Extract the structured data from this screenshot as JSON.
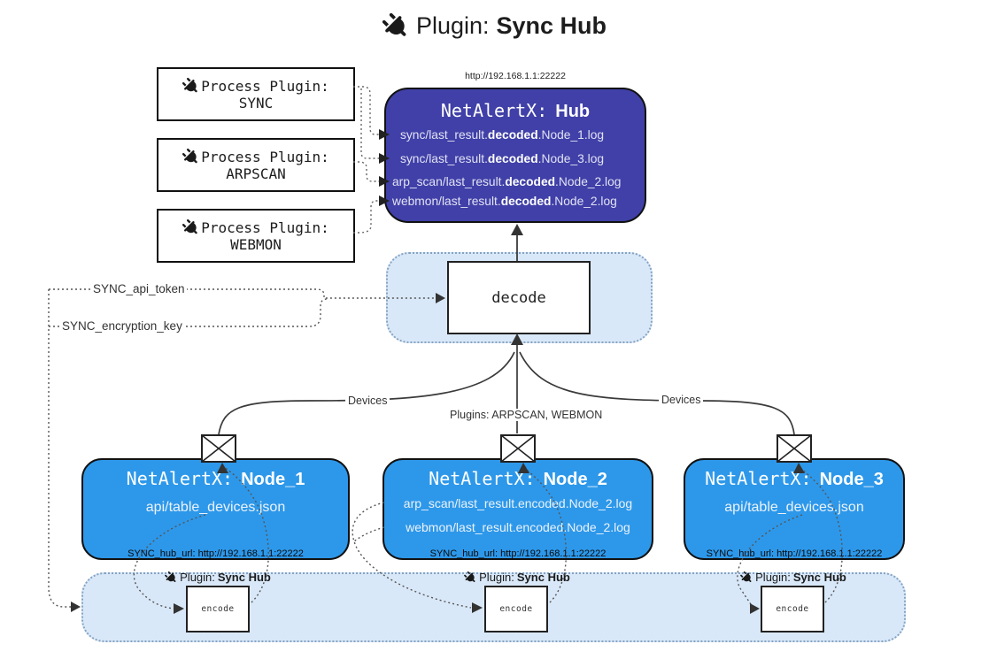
{
  "title": {
    "label": "Plugin:",
    "bold": "Sync Hub"
  },
  "process_plugins": [
    {
      "label": "Process Plugin:",
      "name": "SYNC"
    },
    {
      "label": "Process Plugin:",
      "name": "ARPSCAN"
    },
    {
      "label": "Process Plugin:",
      "name": "WEBMON"
    }
  ],
  "hub": {
    "url": "http://192.168.1.1:22222",
    "title_prefix": "NetAlertX:",
    "title_bold": "Hub",
    "lines": [
      {
        "prefix": "sync/last_result.",
        "bold": "decoded",
        "suffix": ".Node_1.log"
      },
      {
        "prefix": "sync/last_result.",
        "bold": "decoded",
        "suffix": ".Node_3.log"
      },
      {
        "prefix": "arp_scan/last_result.",
        "bold": "decoded",
        "suffix": ".Node_2.log"
      },
      {
        "prefix": "webmon/last_result.",
        "bold": "decoded",
        "suffix": ".Node_2.log"
      }
    ]
  },
  "decode_label": "decode",
  "encode_label": "encode",
  "keys": {
    "api_token": "SYNC_api_token",
    "encryption_key": "SYNC_encryption_key"
  },
  "edge_labels": {
    "devices_left": "Devices",
    "devices_right": "Devices",
    "plugins_mid": "Plugins: ARPSCAN, WEBMON"
  },
  "nodes": [
    {
      "title_prefix": "NetAlertX:",
      "title_bold": "Node_1",
      "lines": [
        "api/table_devices.json"
      ],
      "hub_url": "SYNC_hub_url: http://192.168.1.1:22222"
    },
    {
      "title_prefix": "NetAlertX:",
      "title_bold": "Node_2",
      "lines": [
        "arp_scan/last_result.encoded.Node_2.log",
        "webmon/last_result.encoded.Node_2.log"
      ],
      "hub_url": "SYNC_hub_url: http://192.168.1.1:22222"
    },
    {
      "title_prefix": "NetAlertX:",
      "title_bold": "Node_3",
      "lines": [
        "api/table_devices.json"
      ],
      "hub_url": "SYNC_hub_url: http://192.168.1.1:22222"
    }
  ],
  "strip_labels": [
    {
      "label": "Plugin:",
      "bold": "Sync Hub"
    },
    {
      "label": "Plugin:",
      "bold": "Sync Hub"
    },
    {
      "label": "Plugin:",
      "bold": "Sync Hub"
    }
  ],
  "colors": {
    "hub_bg": "#4040a8",
    "node_bg": "#2d98ea",
    "panel_bg": "#d9e8f8",
    "panel_border": "#85a3c2"
  }
}
